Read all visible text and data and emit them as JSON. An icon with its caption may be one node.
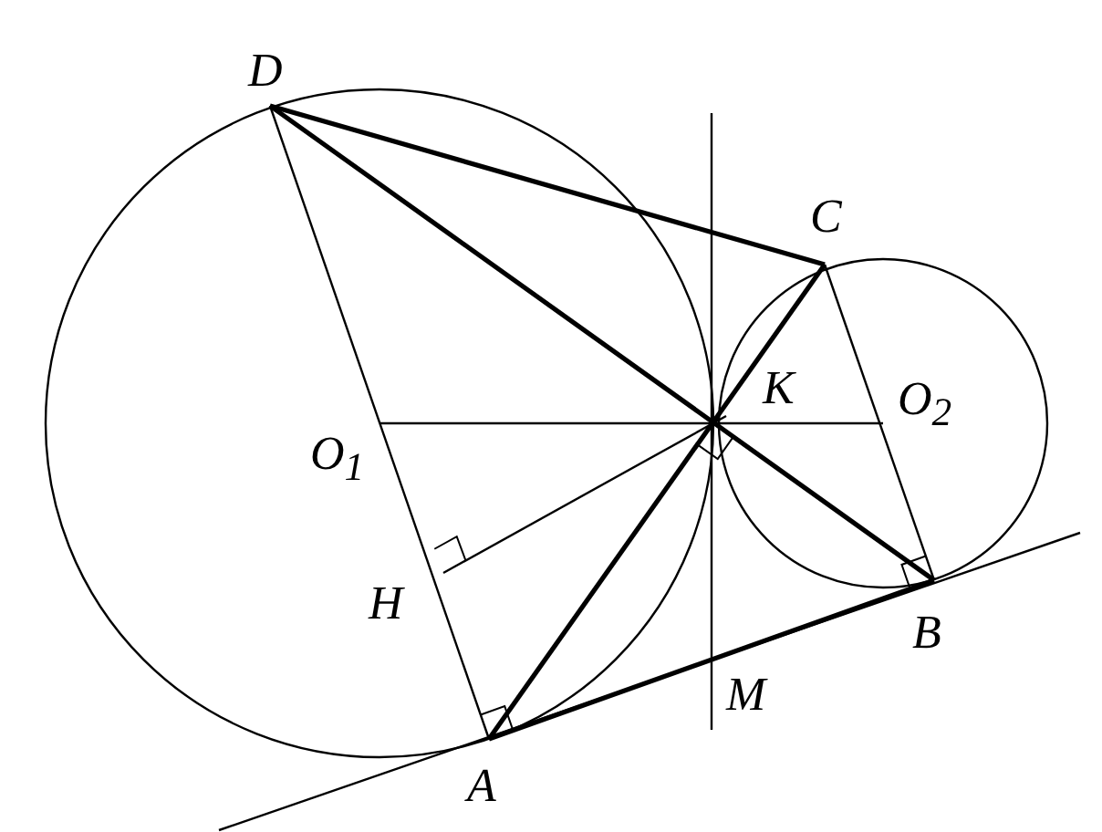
{
  "diagram": {
    "labels": [
      "D",
      "C",
      "K",
      "O$_{1}$",
      "O$_{2}$",
      "H",
      "B",
      "M",
      "A"
    ]
  }
}
